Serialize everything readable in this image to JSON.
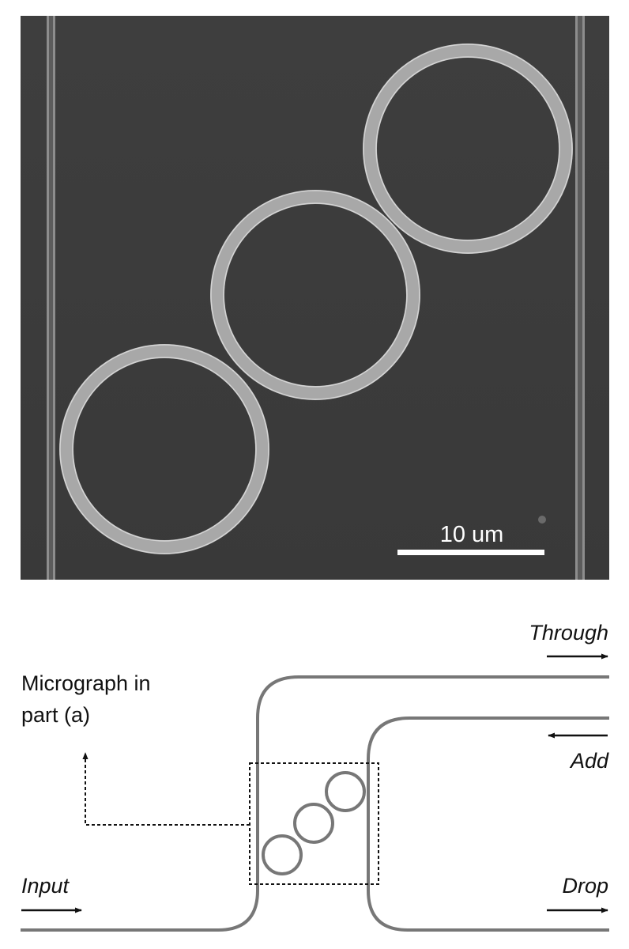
{
  "micrograph": {
    "scale_bar_label": "10 um",
    "background_color": "#3b3b3b",
    "feature_color": "#b9b9b9"
  },
  "schematic": {
    "inset_label_line1": "Micrograph in",
    "inset_label_line2": "part (a)",
    "port_through": "Through",
    "port_add": "Add",
    "port_input": "Input",
    "port_drop": "Drop",
    "waveguide_color": "#777777"
  }
}
